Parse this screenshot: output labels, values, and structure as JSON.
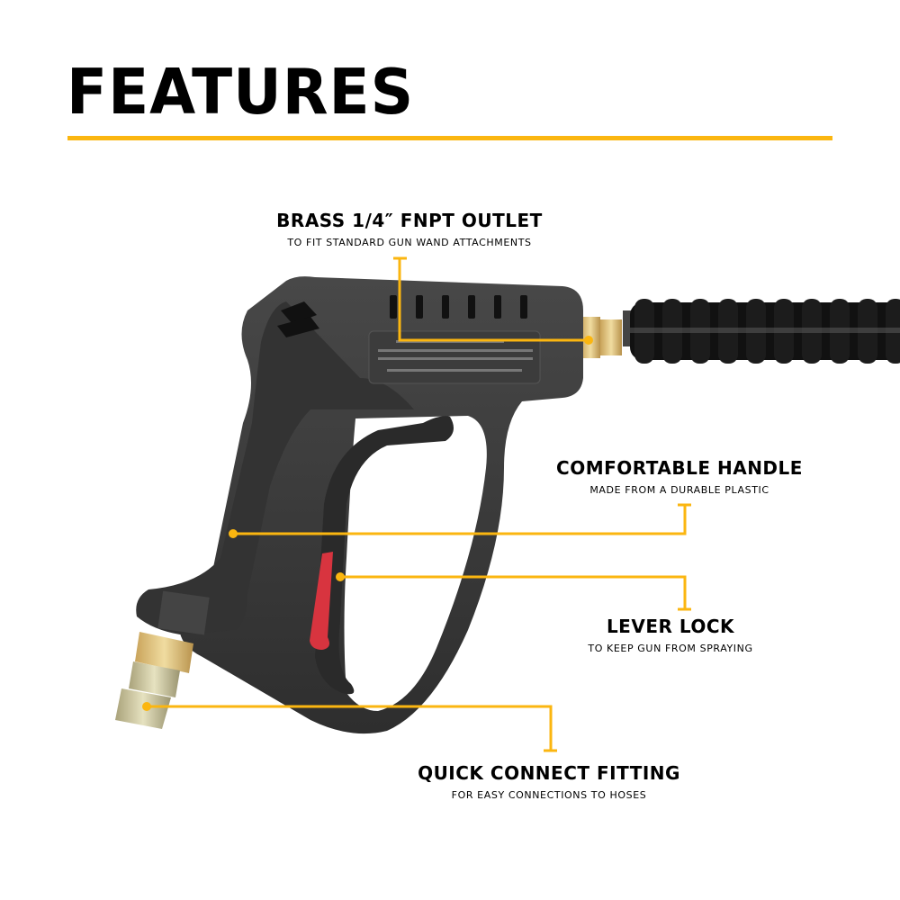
{
  "header": {
    "title": "FEATURES",
    "rule_color": "#fbb610"
  },
  "product": {
    "name": "pressure-washer-spray-gun",
    "body_color": "#3a3a3a",
    "lever_lock_color": "#d8343f",
    "fitting_color": "#d9b870"
  },
  "callouts": [
    {
      "id": "outlet",
      "title": "BRASS 1/4″ FNPT OUTLET",
      "subtitle": "TO FIT STANDARD GUN WAND ATTACHMENTS"
    },
    {
      "id": "handle",
      "title": "COMFORTABLE HANDLE",
      "subtitle": "MADE FROM A DURABLE PLASTIC"
    },
    {
      "id": "lever-lock",
      "title": "LEVER LOCK",
      "subtitle": "TO KEEP GUN FROM SPRAYING"
    },
    {
      "id": "quick-connect",
      "title": "QUICK CONNECT FITTING",
      "subtitle": "FOR EASY CONNECTIONS TO HOSES"
    }
  ],
  "accent_color": "#fbb610"
}
